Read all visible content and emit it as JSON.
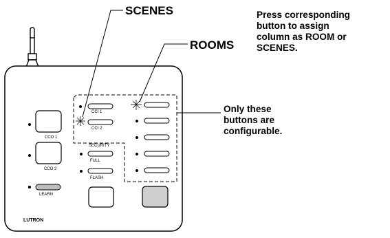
{
  "callouts": {
    "scenes": "SCENES",
    "rooms": "ROOMS",
    "instruction_lines": [
      "Press corresponding",
      "button to assign",
      "column as ROOM or",
      "SCENES."
    ],
    "configurable_lines": [
      "Only these",
      "buttons are",
      "configurable."
    ]
  },
  "device": {
    "cco1": "CCO 1",
    "cco2": "CCO 2",
    "learn": "LEARN",
    "cci1": "CCI 1",
    "cci2": "CCI 2",
    "security": "SECURITY",
    "full": "FULL",
    "flash": "FLASH",
    "brand": "LUTRON"
  }
}
